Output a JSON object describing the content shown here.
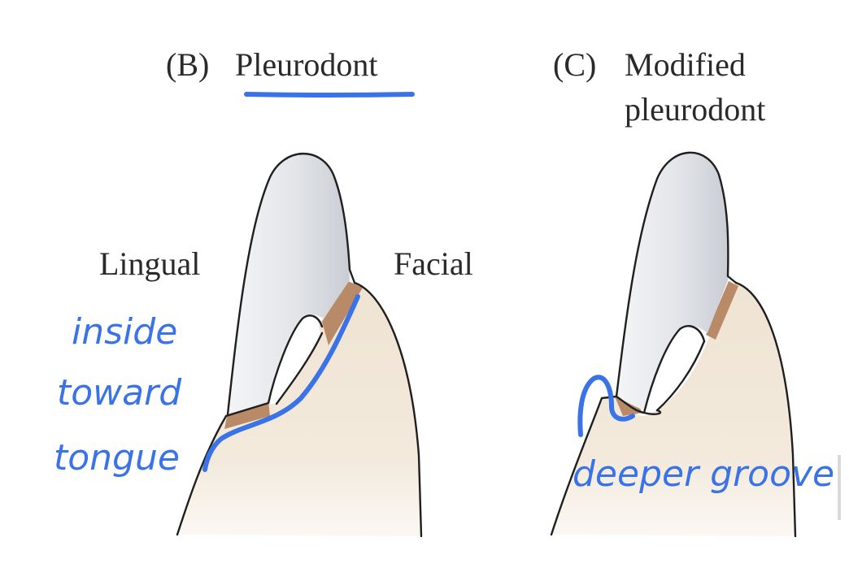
{
  "panels": [
    {
      "letter": "(B)",
      "title": "Pleurodont"
    },
    {
      "letter": "(C)",
      "title_line1": "Modified",
      "title_line2": "pleurodont"
    }
  ],
  "side_labels": {
    "lingual": "Lingual",
    "facial": "Facial"
  },
  "annotations": {
    "pleurodont_note": [
      "inside",
      "toward",
      "tongue"
    ],
    "modified_note": "deeper groove"
  },
  "colors": {
    "bone": "#efe3d2",
    "tooth": "#dde0e5",
    "attachment": "#b88a68",
    "ink": "#3a72e8"
  }
}
